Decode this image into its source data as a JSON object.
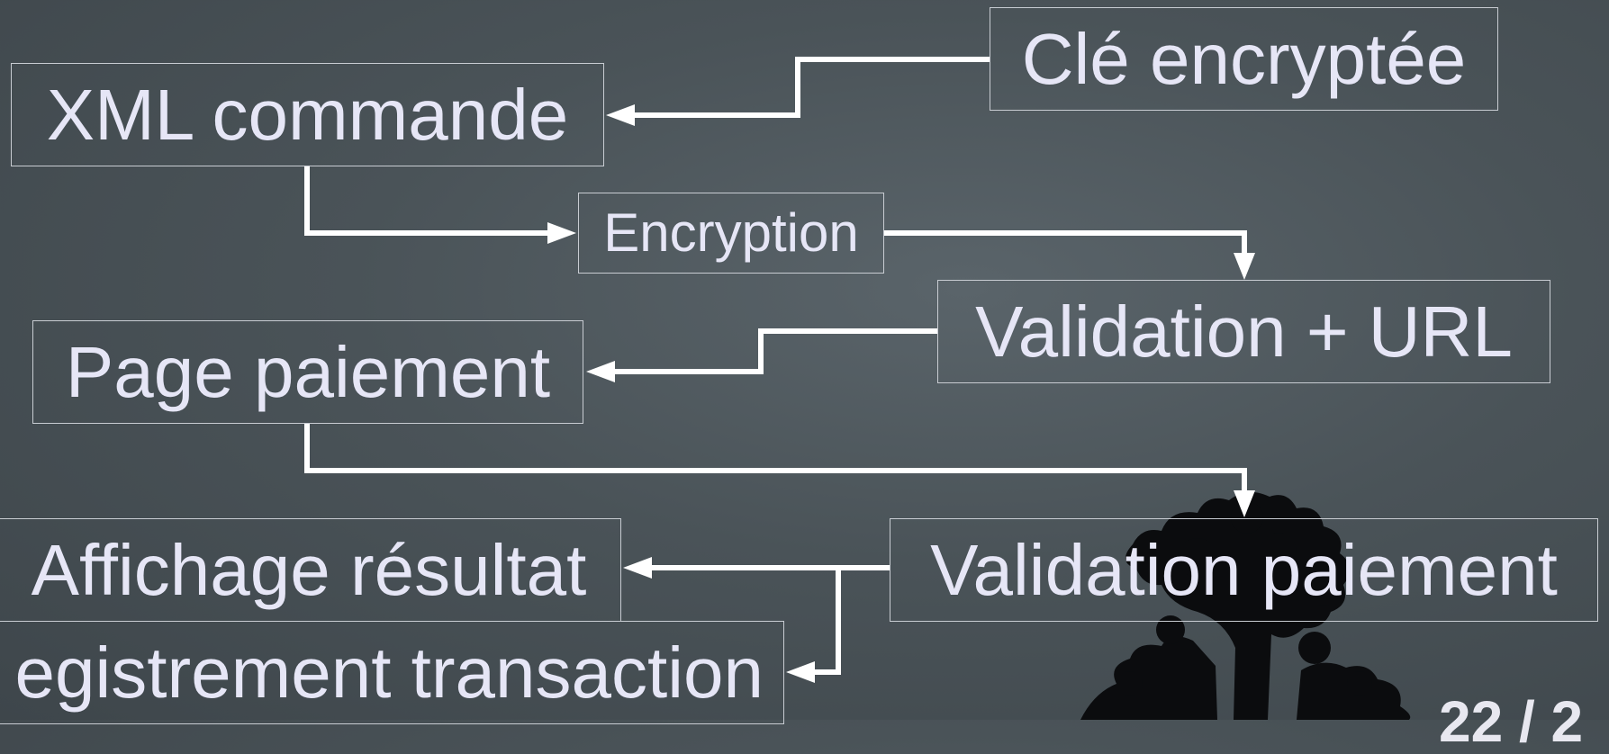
{
  "diagram": {
    "nodes": {
      "xml_commande": "XML commande",
      "cle_encryptee": "Clé encryptée",
      "encryption": "Encryption",
      "validation_url": "Validation + URL",
      "page_paiement": "Page paiement",
      "affichage_resultat": "Affichage résultat",
      "validation_paiement": "Validation paiement",
      "enregistrement": "egistrement transaction"
    },
    "line_color": "#ffffff",
    "text_color": "#e6e6f6",
    "border_color": "#c8ccd2"
  },
  "slide": {
    "page_number": "22 / 2"
  }
}
